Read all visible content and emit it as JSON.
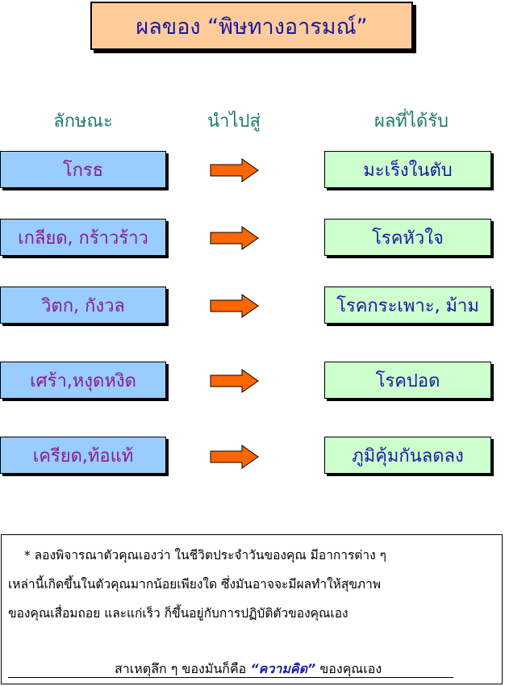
{
  "title": "ผลของ “พิษทางอารมณ์”",
  "headers": {
    "traits": "ลักษณะ",
    "leads_to": "นำไปสู่",
    "outcome": "ผลที่ได้รับ"
  },
  "rows": [
    {
      "trait": "โกรธ",
      "result": "มะเร็งในตับ"
    },
    {
      "trait": "เกลียด, กร้าวร้าว",
      "result": "โรคหัวใจ"
    },
    {
      "trait": "วิตก, กังวล",
      "result": "โรคกระเพาะ, ม้าม"
    },
    {
      "trait": "เศร้า,หงุดหงิด",
      "result": "โรคปอด"
    },
    {
      "trait": "เครียด,ท้อแท้",
      "result": "ภูมิคุ้มกันลดลง"
    }
  ],
  "note": {
    "line1": "* ลองพิจารณาตัวคุณเองว่า  ในชีวิตประจำวันของคุณ  มีอาการต่าง ๆ",
    "line2": "เหล่านี้เกิดขึ้นในตัวคุณมากน้อยเพียงใด  ซึ่งมันอาจจะมีผลทำให้สุขภาพ",
    "line3": "ของคุณเสื่อมถอย และแก่เร็ว ก็ขึ้นอยู่กับการปฏิบัติตัวของคุณเอง",
    "footer_pre": "สาเหตุลึก ๆ ของมันก็คือ ",
    "footer_highlight": "“ความคิด”",
    "footer_post": " ของคุณเอง"
  },
  "colors": {
    "title_bg": "#ffcc99",
    "left_box": "#99ccff",
    "right_box": "#ccffcc",
    "arrow": "#ff6600",
    "header_text": "#1f7a6b",
    "left_text": "#8a1c8a",
    "right_text": "#1a1aa6"
  }
}
